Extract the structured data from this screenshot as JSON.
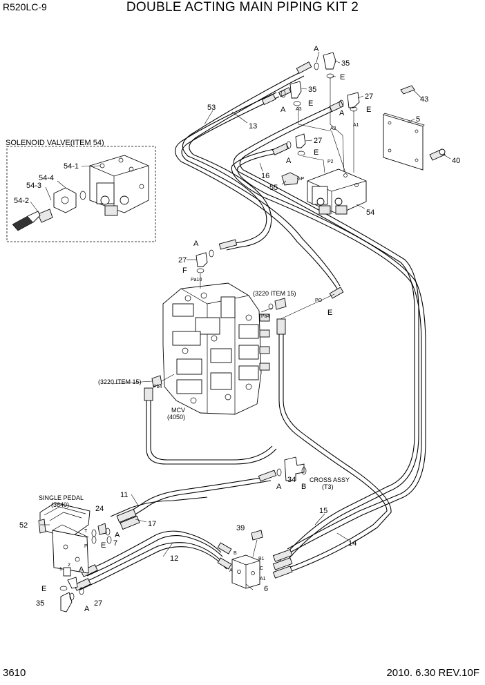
{
  "header": {
    "model": "R520LC-9",
    "title": "DOUBLE ACTING MAIN PIPING KIT 2"
  },
  "footer": {
    "page_number": "3610",
    "revision": "2010. 6.30  REV.10F"
  },
  "inset": {
    "title": "SOLENOID VALVE(ITEM 54)",
    "labels": [
      "54-1",
      "54-4",
      "54-3",
      "54-2"
    ]
  },
  "callouts": {
    "c35a": "35",
    "c35b": "35",
    "c35c": "35",
    "c27a": "27",
    "c27b": "27",
    "c27c": "27",
    "c27d": "27",
    "c53": "53",
    "c13": "13",
    "c43": "43",
    "c5": "5",
    "c40": "40",
    "c16": "16",
    "c55": "55",
    "c54": "54",
    "c11": "11",
    "c24": "24",
    "c17": "17",
    "c7": "7",
    "c52": "52",
    "c12": "12",
    "c39": "39",
    "c6": "6",
    "c15": "15",
    "c14": "14",
    "c34": "34"
  },
  "letters": {
    "A1": "A",
    "A2": "A",
    "A3": "A",
    "A4": "A",
    "A5": "A",
    "A6": "A",
    "A7": "A",
    "A8": "A",
    "A9": "A",
    "E1": "E",
    "E2": "E",
    "E3": "E",
    "E4": "E",
    "E5": "E",
    "E6": "E",
    "E7": "E",
    "F1": "F",
    "B1": "B"
  },
  "ports": {
    "a3": "A3",
    "a2": "A2",
    "a1": "A1",
    "p2": "P2",
    "gp": "GP",
    "pa10": "Pa10",
    "pa4": "Pa4",
    "pb4": "Pb4",
    "po": "PO",
    "t": "T",
    "p": "P",
    "p1": "1",
    "p2n": "2",
    "b": "B",
    "a": "A",
    "b1": "B1",
    "c": "C",
    "a1v": "A1"
  },
  "notes": {
    "ref_3220_upper": "(3220 ITEM 15)",
    "ref_3220_lower": "(3220 ITEM 15)",
    "mcv": "MCV",
    "mcv_no": "(4050)",
    "cross_assy": "CROSS ASSY",
    "cross_t3": "(T3)",
    "single_pedal": "SINGLE PEDAL",
    "single_pedal_no": "(3640)"
  }
}
